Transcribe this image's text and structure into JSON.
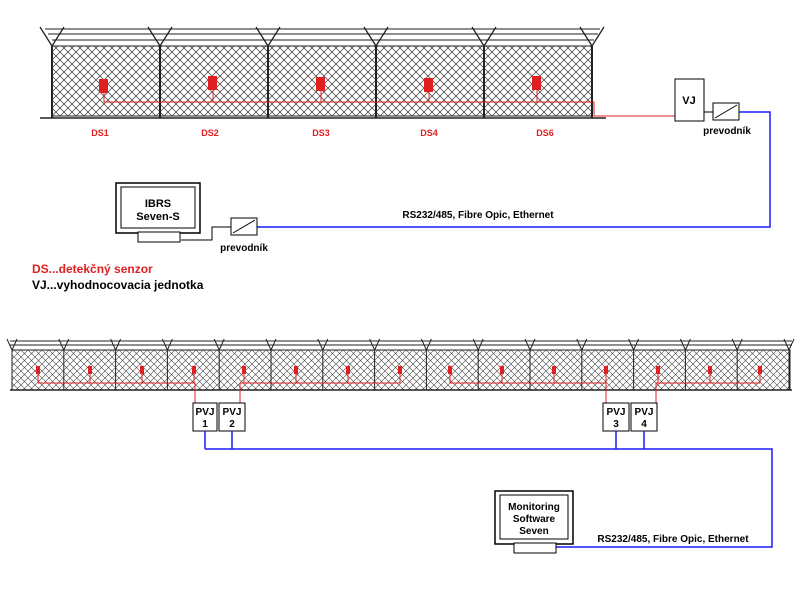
{
  "top_system": {
    "sensors": [
      "DS1",
      "DS2",
      "DS3",
      "DS4",
      "DS6"
    ],
    "evaluation_unit": "VJ",
    "converter_right": "prevodník",
    "converter_left": "prevodník",
    "monitor": {
      "line1": "IBRS",
      "line2": "Seven-S"
    },
    "link_label": "RS232/485, Fibre Opic, Ethernet"
  },
  "legend": {
    "ds": "DS...detekčný senzor",
    "vj": "VJ...vyhodnocovacia jednotka"
  },
  "bottom_system": {
    "units": [
      {
        "name": "PVJ",
        "num": "1"
      },
      {
        "name": "PVJ",
        "num": "2"
      },
      {
        "name": "PVJ",
        "num": "3"
      },
      {
        "name": "PVJ",
        "num": "4"
      }
    ],
    "monitor": {
      "line1": "Monitoring",
      "line2": "Software",
      "line3": "Seven"
    },
    "link_label": "RS232/485, Fibre Opic, Ethernet"
  },
  "colors": {
    "sensor": "#e02020",
    "network": "#1a1aff",
    "fence": "#222222"
  }
}
